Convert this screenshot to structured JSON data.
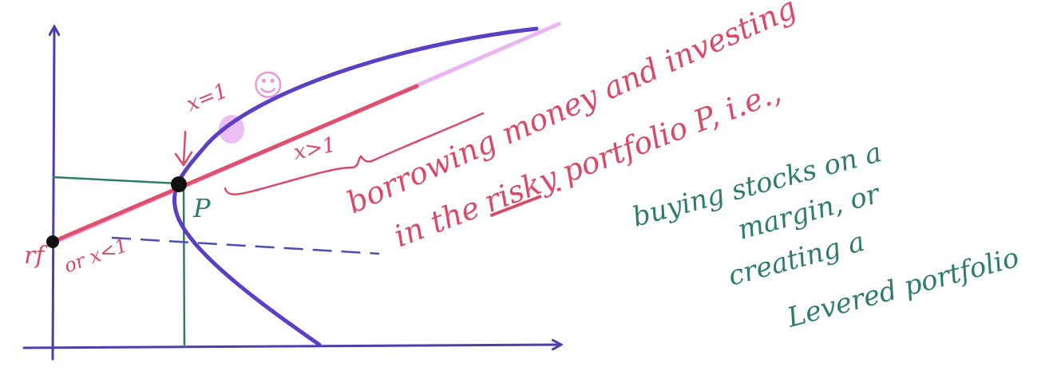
{
  "colors": {
    "axis": "#4b3fb0",
    "frontier": "#5b3fc4",
    "cal": "#e0506e",
    "tangent_glow": "#e6a3f0",
    "guide": "#2e7d6a",
    "dashed": "#4b4fb0",
    "annotation_red": "#d94a68",
    "annotation_green": "#2e7d6a",
    "point": "#111111",
    "smiley": "#e89ad6"
  },
  "labels": {
    "rf": "rf",
    "point_p": "P",
    "x_eq_1": "x=1",
    "x_gt_1": "x>1",
    "x_lt_1": "or x<1",
    "smiley": "☺"
  },
  "annotation_red": {
    "line1": "borrowing money and investing",
    "line2_prefix": "in the",
    "line2_underlined": "risky",
    "line2_suffix": "portfolio P, i.e.,"
  },
  "annotation_green": {
    "line1": "buying stocks on a",
    "line2": "margin, or",
    "line3": "creating a",
    "line4": "Levered portfolio"
  }
}
